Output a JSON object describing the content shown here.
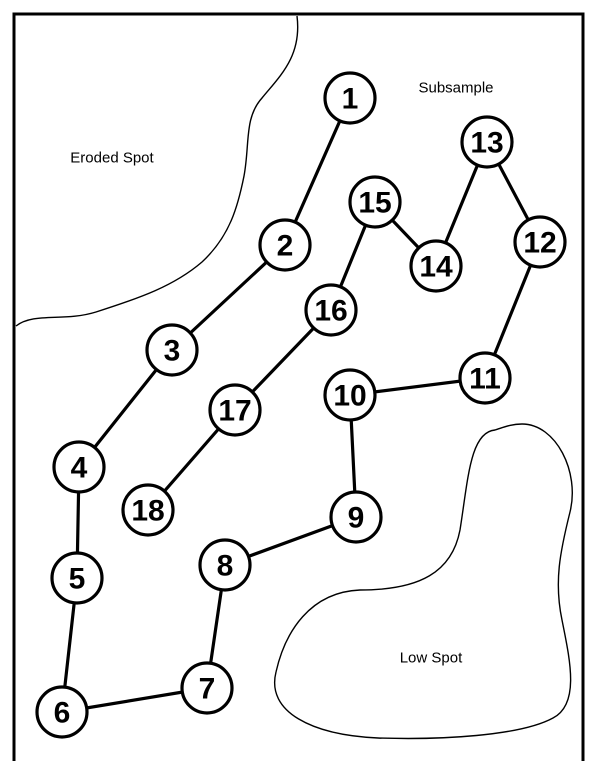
{
  "labels": {
    "subsample": "Subsample",
    "eroded_spot": "Eroded Spot",
    "low_spot": "Low Spot"
  },
  "points": [
    "1",
    "2",
    "3",
    "4",
    "5",
    "6",
    "7",
    "8",
    "9",
    "10",
    "11",
    "12",
    "13",
    "14",
    "15",
    "16",
    "17",
    "18"
  ],
  "path_order": [
    "1",
    "2",
    "3",
    "4",
    "5",
    "6",
    "7",
    "8",
    "9",
    "10",
    "11",
    "12",
    "13",
    "14",
    "15",
    "16",
    "17",
    "18"
  ]
}
